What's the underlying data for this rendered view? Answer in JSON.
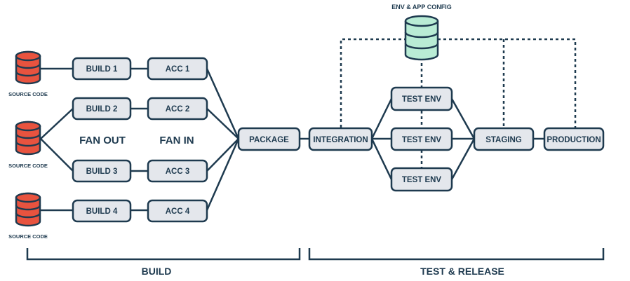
{
  "sources": [
    "SOURCE CODE",
    "SOURCE CODE",
    "SOURCE CODE"
  ],
  "builds": [
    "BUILD 1",
    "BUILD 2",
    "BUILD 3",
    "BUILD 4"
  ],
  "accs": [
    "ACC 1",
    "ACC 2",
    "ACC 3",
    "ACC 4"
  ],
  "fan_out": "FAN OUT",
  "fan_in": "FAN IN",
  "package": "PACKAGE",
  "integration": "INTEGRATION",
  "test_envs": [
    "TEST ENV",
    "TEST ENV",
    "TEST ENV"
  ],
  "staging": "STAGING",
  "production": "PRODUCTION",
  "config": "ENV & APP CONFIG",
  "sections": {
    "build": "BUILD",
    "test_release": "TEST & RELEASE"
  },
  "colors": {
    "line": "#1e3a4f",
    "box": "#e4e7ec",
    "source_db": "#e8533f",
    "config_db": "#b9ecd5"
  }
}
